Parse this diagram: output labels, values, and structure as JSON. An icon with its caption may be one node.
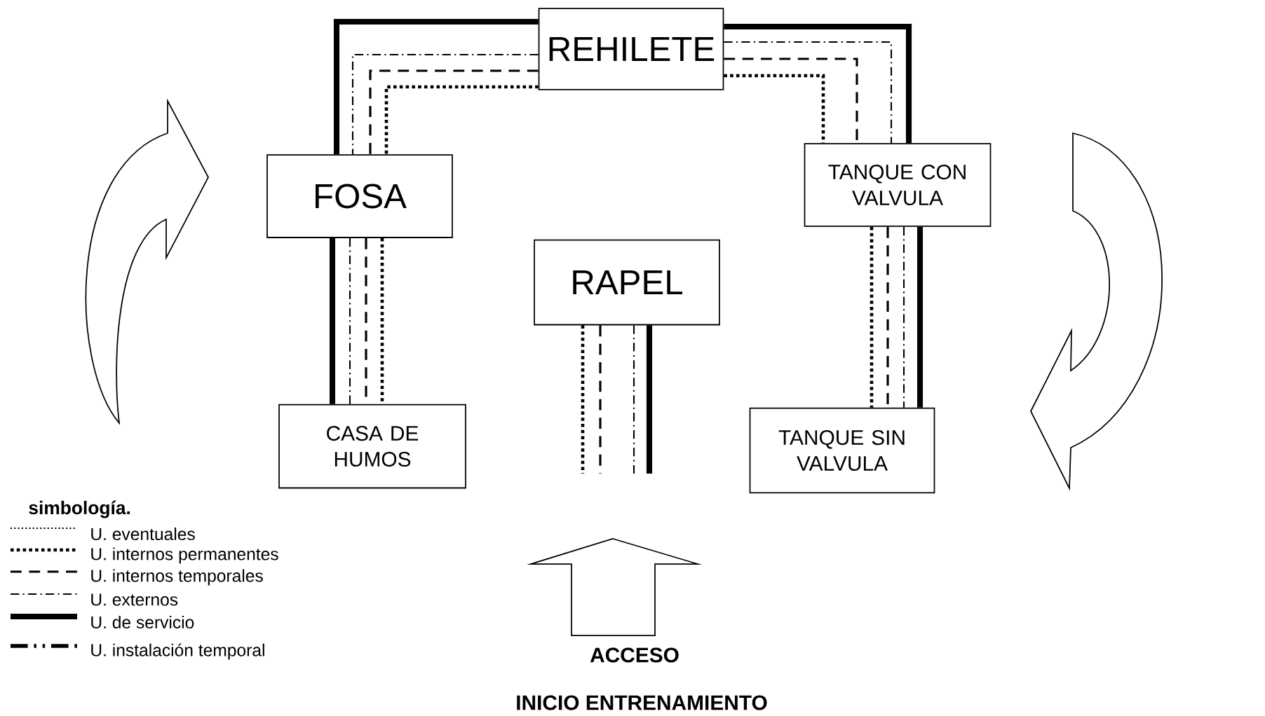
{
  "diagram": {
    "nodes": [
      {
        "text": [
          "REHILETE"
        ]
      },
      {
        "text": [
          "FOSA"
        ]
      },
      {
        "text": [
          "TANQUE CON VALVULA"
        ]
      },
      {
        "text": [
          "RAPEL"
        ]
      },
      {
        "text": [
          "CASA DE HUMOS"
        ]
      },
      {
        "text": [
          "TANQUE SIN VALVULA"
        ]
      }
    ],
    "edges": [
      {
        "from": 0,
        "to": 1,
        "arrow": "none",
        "style": "thick"
      },
      {
        "from": 0,
        "to": 1,
        "arrow": "none",
        "style": "dashed"
      },
      {
        "from": 0,
        "to": 1,
        "arrow": "none",
        "style": "dashed"
      },
      {
        "from": 0,
        "to": 1,
        "arrow": "none",
        "style": "dashed"
      },
      {
        "from": 1,
        "to": 4,
        "arrow": "none",
        "style": "thick"
      },
      {
        "from": 1,
        "to": 4,
        "arrow": "none",
        "style": "dashed"
      },
      {
        "from": 1,
        "to": 4,
        "arrow": "none",
        "style": "dashed"
      },
      {
        "from": 1,
        "to": 4,
        "arrow": "none",
        "style": "dashed"
      },
      {
        "from": 0,
        "to": 2,
        "arrow": "none",
        "style": "thick"
      },
      {
        "from": 0,
        "to": 2,
        "arrow": "none",
        "style": "dashed"
      },
      {
        "from": 0,
        "to": 2,
        "arrow": "none",
        "style": "dashed"
      },
      {
        "from": 0,
        "to": 2,
        "arrow": "none",
        "style": "dashed"
      },
      {
        "from": 2,
        "to": 5,
        "arrow": "none",
        "style": "dashed"
      },
      {
        "from": 2,
        "to": 5,
        "arrow": "none",
        "style": "dashed"
      },
      {
        "from": 2,
        "to": 5,
        "arrow": "none",
        "style": "dashed"
      },
      {
        "from": 2,
        "to": 5,
        "arrow": "none",
        "style": "thick"
      },
      {
        "from": 3,
        "to": null,
        "arrow": "none",
        "style": "dashed"
      },
      {
        "from": 3,
        "to": null,
        "arrow": "none",
        "style": "dashed"
      },
      {
        "from": 3,
        "to": null,
        "arrow": "none",
        "style": "dashed"
      },
      {
        "from": 3,
        "to": null,
        "arrow": "none",
        "style": "thick"
      }
    ],
    "labels": [
      "simbología.",
      "ACCESO",
      "INICIO ENTRENAMIENTO"
    ],
    "legend": [
      {
        "text": "U. eventuales"
      },
      {
        "text": "U. internos permanentes"
      },
      {
        "text": "U. internos temporales"
      },
      {
        "text": "U. externos"
      },
      {
        "text": "U. de servicio"
      },
      {
        "text": "U. instalación temporal"
      }
    ]
  }
}
